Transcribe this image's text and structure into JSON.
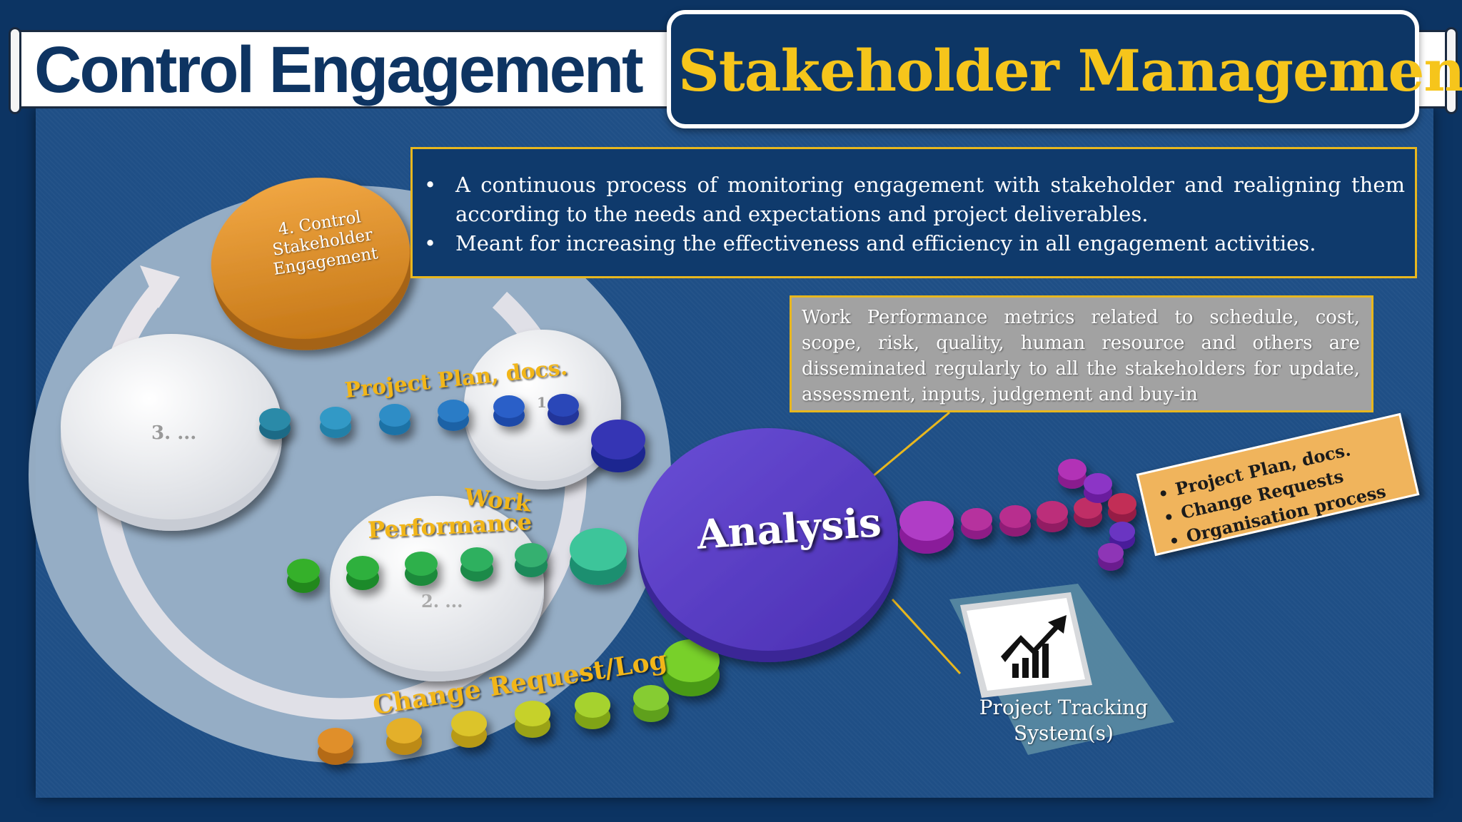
{
  "header": {
    "title_left": "Control Engagement",
    "title_right": "Stakeholder Management"
  },
  "info_box": {
    "bullets": [
      "A continuous process of monitoring engagement with stakeholder and realigning them according to the needs and expectations and project deliverables.",
      "Meant for increasing the effectiveness and efficiency in all engagement activities."
    ]
  },
  "metrics_box": {
    "text": "Work Performance metrics related to schedule, cost, scope, risk, quality, human resource and others are disseminated regularly to all the stakeholders for update, assessment, inputs, judgement and buy-in"
  },
  "cycle": {
    "step4_label": "4. Control Stakeholder Engagement",
    "step3_label": "3. ...",
    "step2_label": "2. ...",
    "step1_label": "1"
  },
  "inputs": {
    "project_plan": "Project Plan, docs.",
    "work_performance_line1": "Work",
    "work_performance_line2": "Performance",
    "change_request": "Change Request/Log"
  },
  "analysis_label": "Analysis",
  "outputs": {
    "items": [
      "Project Plan, docs.",
      "Change Requests",
      "Organisation process"
    ]
  },
  "tracking_label": "Project Tracking System(s)",
  "colors": {
    "background": "#0c3463",
    "title_dark": "#0e3462",
    "title_gold": "#f6c51b",
    "accent_border": "#e8b71e",
    "analysis_purple": "#5a3fc4",
    "step4_orange": "#e0952a"
  }
}
